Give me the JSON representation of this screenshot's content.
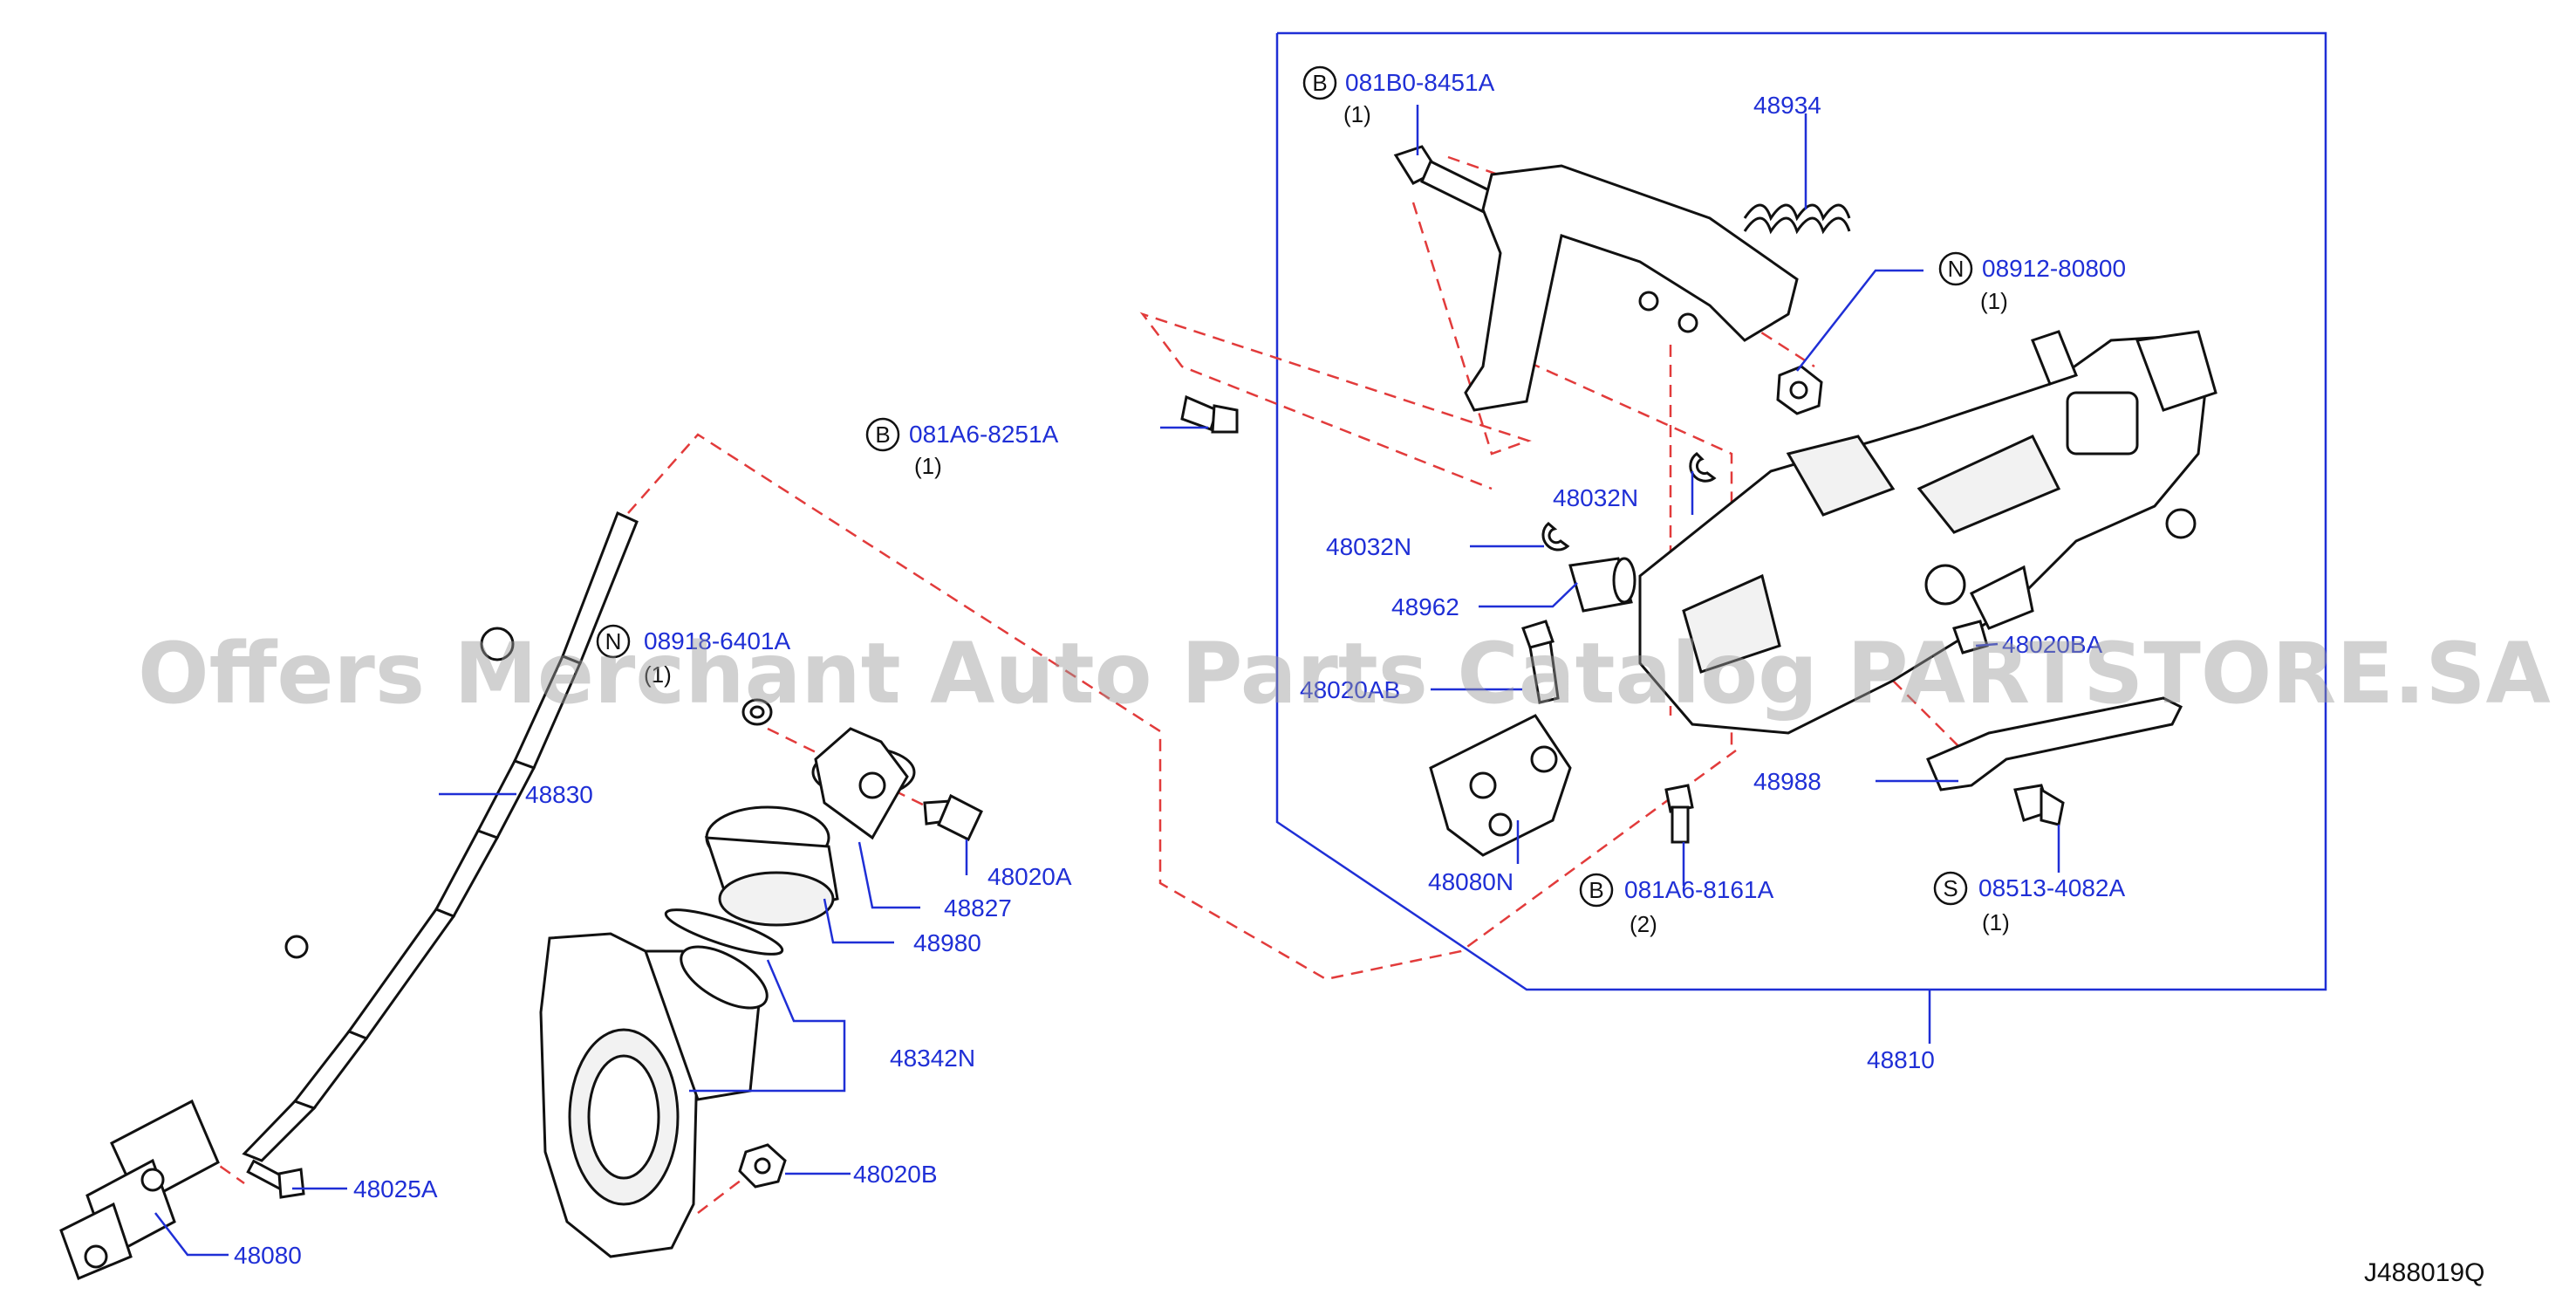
{
  "colors": {
    "label": "#1f2fd6",
    "dashed_line": "#e23b3b",
    "outline": "#111111",
    "watermark": "#9a9a9a"
  },
  "watermark": "Offers Merchant Auto Parts Catalog PARTSTORE.SA",
  "diagram_code": "J488019Q",
  "fasteners": [
    {
      "prefix": "B",
      "part": "081B0-8451A",
      "qty": "(1)"
    },
    {
      "prefix": "N",
      "part": "08912-80800",
      "qty": "(1)"
    },
    {
      "prefix": "B",
      "part": "081A6-8251A",
      "qty": "(1)"
    },
    {
      "prefix": "N",
      "part": "08918-6401A",
      "qty": "(1)"
    },
    {
      "prefix": "B",
      "part": "081A6-8161A",
      "qty": "(2)"
    },
    {
      "prefix": "S",
      "part": "08513-4082A",
      "qty": "(1)"
    }
  ],
  "parts": [
    "48934",
    "48032N",
    "48032N",
    "48962",
    "48020BA",
    "48020AB",
    "48988",
    "48080N",
    "48810",
    "48830",
    "48020A",
    "48827",
    "48980",
    "48342N",
    "48020B",
    "48025A",
    "48080"
  ]
}
